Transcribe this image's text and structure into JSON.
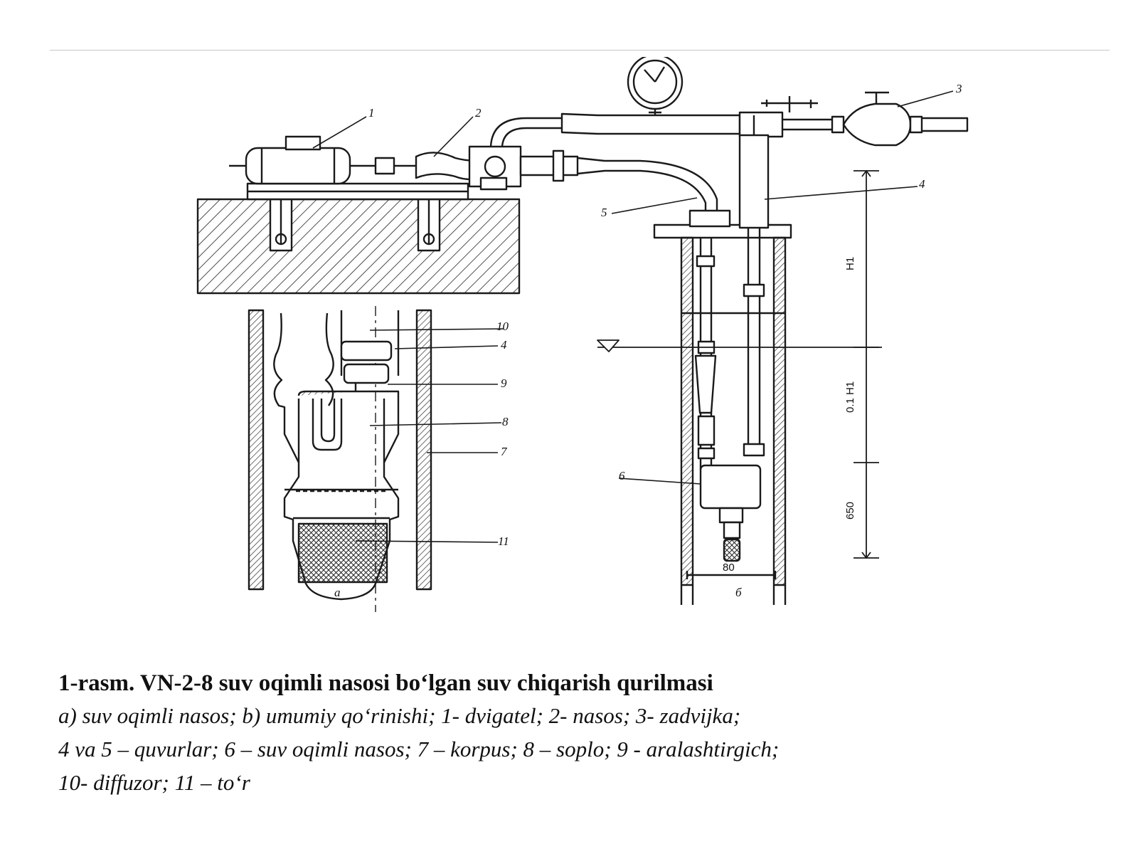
{
  "figure": {
    "part_labels": [
      "1",
      "2",
      "3",
      "4",
      "5",
      "6",
      "7",
      "8",
      "9",
      "10",
      "11"
    ],
    "view_labels": {
      "a": "a",
      "b": "б"
    },
    "dimensions": {
      "h1": "H1",
      "h2": "0.1 H1",
      "h3": "650",
      "d": "80"
    }
  },
  "caption": {
    "title": "1-rasm. VN-2-8 suv oqimli nasosi bo‘lgan suv chiqarish qurilmasi",
    "body_lines": [
      "a) suv oqimli nasos; b) umumiy qo‘rinishi; 1- dvigatel; 2- nasos; 3- zadvijka;",
      "4 va 5 – quvurlar; 6 – suv oqimli nasos; 7 – korpus; 8 – soplo; 9 - aralashtirgich;",
      "10- diffuzor; 11 – to‘r"
    ]
  }
}
